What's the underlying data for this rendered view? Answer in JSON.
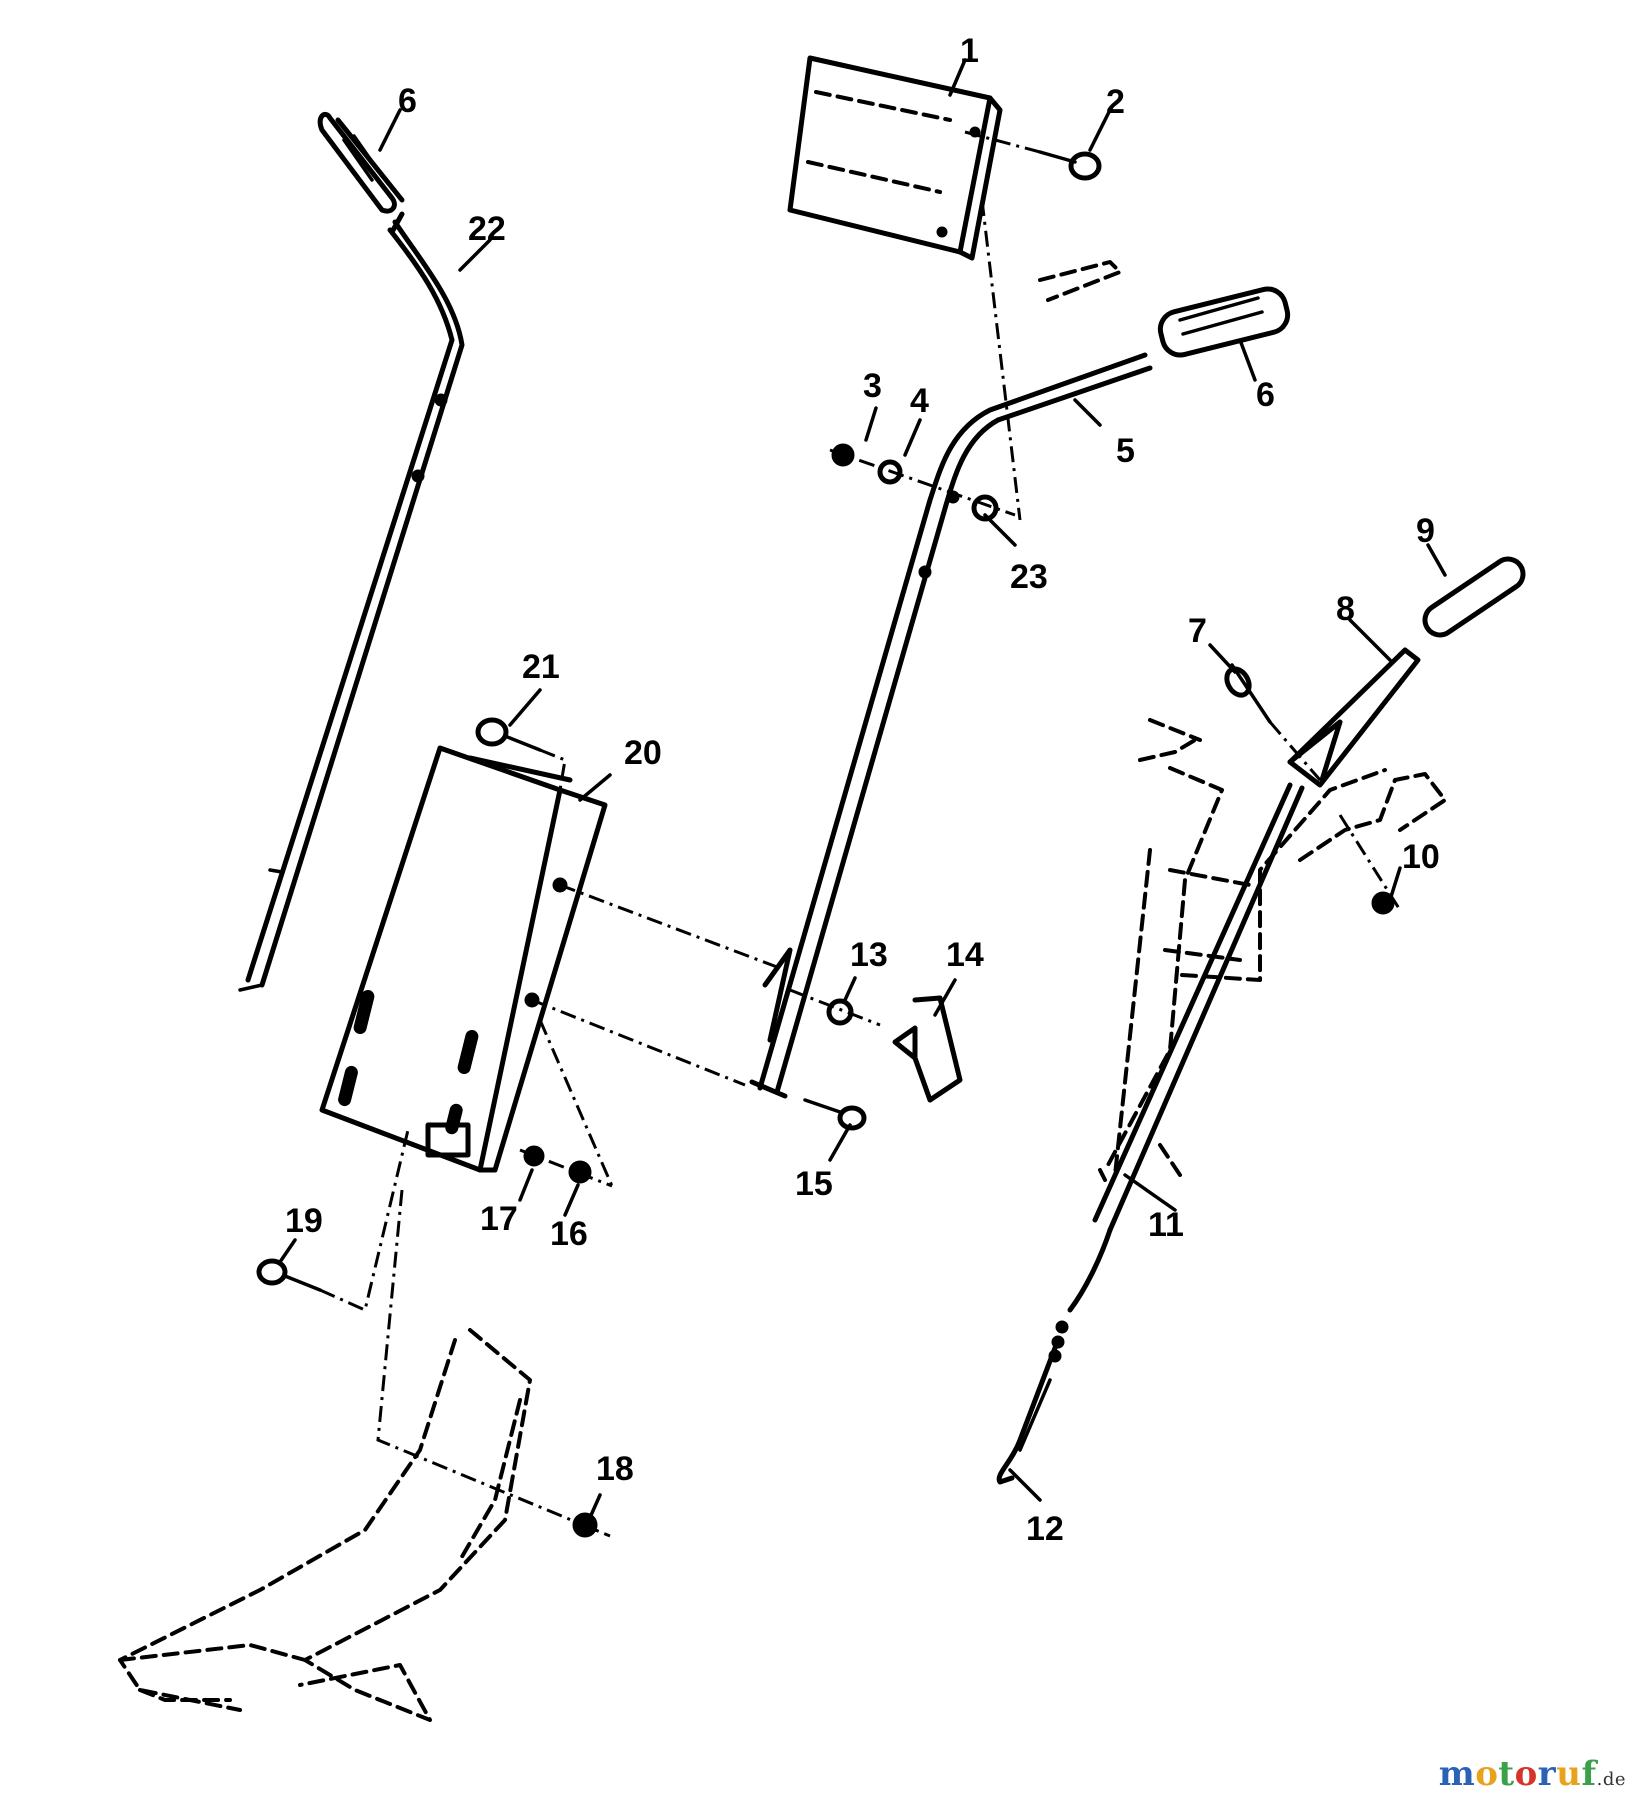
{
  "callouts": {
    "c1": "1",
    "c2": "2",
    "c3": "3",
    "c4": "4",
    "c5": "5",
    "c6a": "6",
    "c6b": "6",
    "c7": "7",
    "c8": "8",
    "c9": "9",
    "c10": "10",
    "c11": "11",
    "c12": "12",
    "c13": "13",
    "c14": "14",
    "c15": "15",
    "c16": "16",
    "c17": "17",
    "c18": "18",
    "c19": "19",
    "c20": "20",
    "c21": "21",
    "c22": "22",
    "c23": "23"
  },
  "watermark": {
    "letters": [
      "m",
      "o",
      "t",
      "o",
      "r",
      "u",
      "f"
    ],
    "letter_colors": [
      "#2a63b5",
      "#e8a21c",
      "#3aa04a",
      "#d6332a",
      "#2a63b5",
      "#e8a21c",
      "#3aa04a"
    ],
    "suffix": ".de"
  }
}
